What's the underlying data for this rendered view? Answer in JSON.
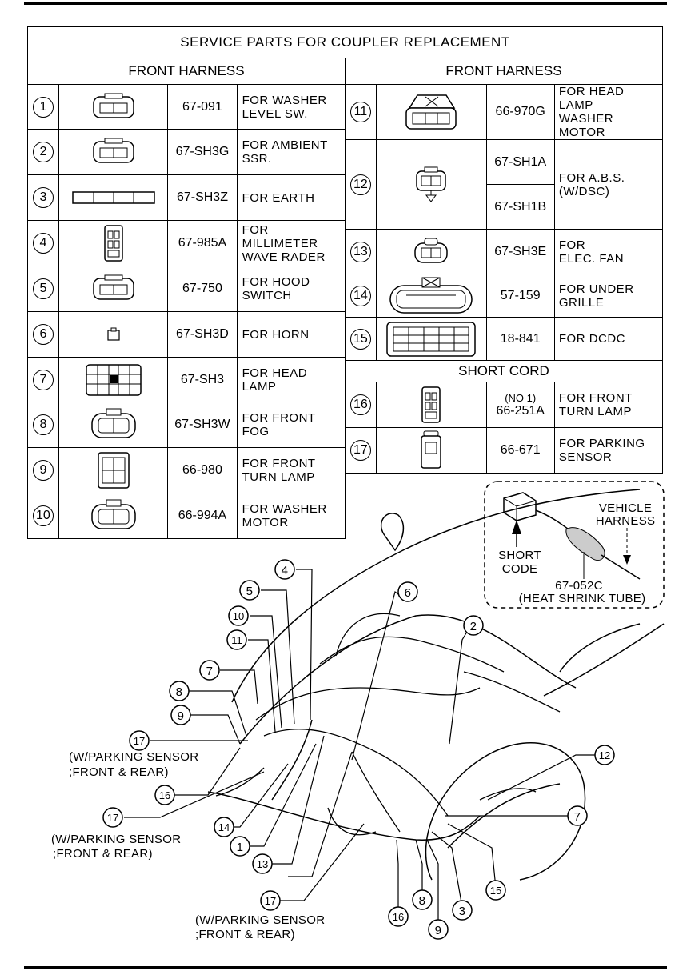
{
  "title": "SERVICE PARTS FOR COUPLER REPLACEMENT",
  "left_header": "FRONT HARNESS",
  "right_header": "FRONT HARNESS",
  "short_cord_header": "SHORT CORD",
  "left_rows": [
    {
      "n": "1",
      "part": "67-091",
      "desc": [
        "FOR WASHER",
        "LEVEL SW."
      ],
      "icon": "two-pin-coupler-icon"
    },
    {
      "n": "2",
      "part": "67-SH3G",
      "desc": [
        "FOR AMBIENT",
        "SSR."
      ],
      "icon": "two-pin-coupler-icon"
    },
    {
      "n": "3",
      "part": "67-SH3Z",
      "desc": [
        "FOR EARTH"
      ],
      "icon": "flat-connector-icon"
    },
    {
      "n": "4",
      "part": "67-985A",
      "desc": [
        "FOR",
        "MILLIMETER",
        "WAVE RADER"
      ],
      "icon": "vertical-connector-icon"
    },
    {
      "n": "5",
      "part": "67-750",
      "desc": [
        "FOR HOOD",
        "SWITCH"
      ],
      "icon": "two-pin-coupler-icon"
    },
    {
      "n": "6",
      "part": "67-SH3D",
      "desc": [
        "FOR HORN"
      ],
      "icon": "single-pin-icon"
    },
    {
      "n": "7",
      "part": "67-SH3",
      "desc": [
        "FOR HEAD",
        "LAMP"
      ],
      "icon": "large-grid-connector-icon"
    },
    {
      "n": "8",
      "part": "67-SH3W",
      "desc": [
        "FOR FRONT",
        "FOG"
      ],
      "icon": "round-coupler-icon"
    },
    {
      "n": "9",
      "part": "66-980",
      "desc": [
        "FOR FRONT",
        "TURN LAMP"
      ],
      "icon": "square-grid-connector-icon"
    },
    {
      "n": "10",
      "part": "66-994A",
      "desc": [
        "FOR WASHER",
        "MOTOR"
      ],
      "icon": "round-coupler-icon"
    }
  ],
  "right_rows": [
    {
      "n": "11",
      "part": "66-970G",
      "desc": [
        "FOR HEAD",
        "LAMP",
        "WASHER",
        "MOTOR"
      ],
      "icon": "lever-coupler-icon"
    },
    {
      "n": "12",
      "parts": [
        "67-SH1A",
        "67-SH1B"
      ],
      "desc": [
        "FOR A.B.S.",
        "(W/DSC)"
      ],
      "icon": "abs-coupler-icon"
    },
    {
      "n": "13",
      "part": "67-SH3E",
      "desc": [
        "FOR",
        "ELEC. FAN"
      ],
      "icon": "small-round-coupler-icon"
    },
    {
      "n": "14",
      "part": "57-159",
      "desc": [
        "FOR UNDER",
        "GRILLE"
      ],
      "icon": "oval-connector-icon"
    },
    {
      "n": "15",
      "part": "18-841",
      "desc": [
        "FOR DCDC"
      ],
      "icon": "wide-grid-connector-icon"
    }
  ],
  "short_rows": [
    {
      "n": "16",
      "part_note": "(NO 1)",
      "part": "66-251A",
      "desc": [
        "FOR FRONT",
        "TURN LAMP"
      ],
      "icon": "vertical-connector-icon"
    },
    {
      "n": "17",
      "part": "66-671",
      "desc": [
        "FOR PARKING",
        "SENSOR"
      ],
      "icon": "parking-sensor-connector-icon"
    }
  ],
  "inset": {
    "short_code": [
      "SHORT",
      "CODE"
    ],
    "vehicle_harness": [
      "VEHICLE",
      "HARNESS"
    ],
    "part": "67-052C",
    "note": "(HEAT SHRINK TUBE)"
  },
  "callouts": {
    "parking_note_1": [
      "(W/PARKING SENSOR",
      ";FRONT & REAR)"
    ],
    "parking_note_2": [
      "(W/PARKING SENSOR",
      ";FRONT & REAR)"
    ],
    "parking_note_3": [
      "(W/PARKING SENSOR",
      ";FRONT & REAR)"
    ]
  }
}
